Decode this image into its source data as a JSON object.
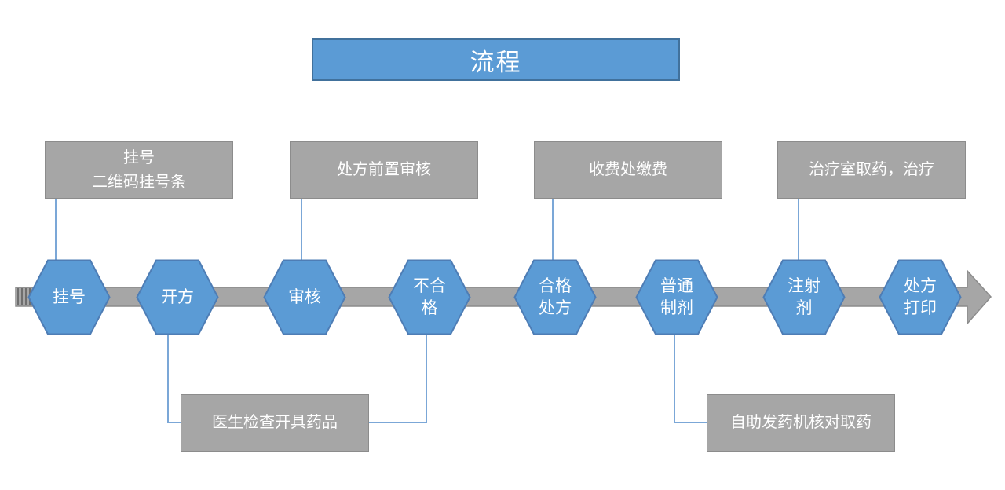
{
  "title": {
    "label": "流程"
  },
  "colors": {
    "node_blue": "#5b9bd5",
    "node_blue_border": "#4e7db5",
    "title_border": "#41719c",
    "callout_gray": "#a6a6a6",
    "arrow_gray": "#a6a6a6",
    "connector_blue": "#7ba7d7",
    "text_white": "#ffffff"
  },
  "top_callouts": [
    {
      "lines": [
        "挂号",
        "二维码挂号条"
      ]
    },
    {
      "lines": [
        "处方前置审核"
      ]
    },
    {
      "lines": [
        "收费处缴费"
      ]
    },
    {
      "lines": [
        "治疗室取药，治疗"
      ]
    }
  ],
  "hexagons": [
    {
      "label": "挂号"
    },
    {
      "label": "开方"
    },
    {
      "label": "审核"
    },
    {
      "label": "不合格"
    },
    {
      "label": "合格处方"
    },
    {
      "label": "普通制剂"
    },
    {
      "label": "注射剂"
    },
    {
      "label": "处方打印"
    }
  ],
  "bottom_callouts": [
    {
      "label": "医生检查开具药品"
    },
    {
      "label": "自助发药机核对取药"
    }
  ]
}
